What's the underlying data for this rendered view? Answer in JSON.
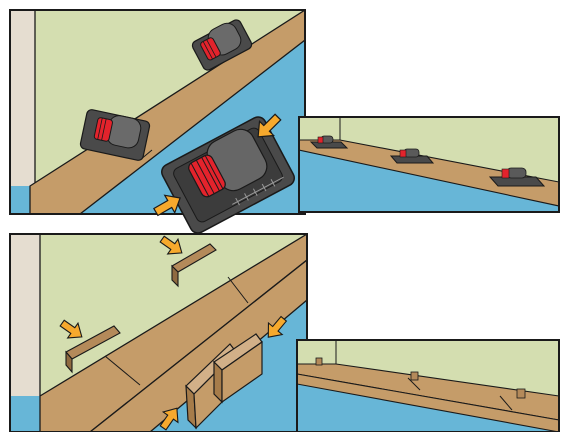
{
  "figure": {
    "panels": [
      {
        "id": "top-left",
        "shows": "spacer-wedges-on-first-row"
      },
      {
        "id": "top-right",
        "shows": "spacer-wedges-overview"
      },
      {
        "id": "bottom-left",
        "shows": "wooden-shims-on-next-row"
      },
      {
        "id": "bottom-right",
        "shows": "wooden-shims-overview"
      }
    ],
    "icons": [
      "spacer-wedge-icon",
      "wooden-shim-icon",
      "arrow-icon"
    ],
    "colors": {
      "wall": "#d4deb0",
      "skirting": "#e5ddd0",
      "floor": "#67b6d7",
      "plank": "#c59c69",
      "spacer_body": "#4a4a4a",
      "spacer_wheel": "#e3232c",
      "arrow": "#f6a92d",
      "outline": "#1a1a1a"
    }
  }
}
